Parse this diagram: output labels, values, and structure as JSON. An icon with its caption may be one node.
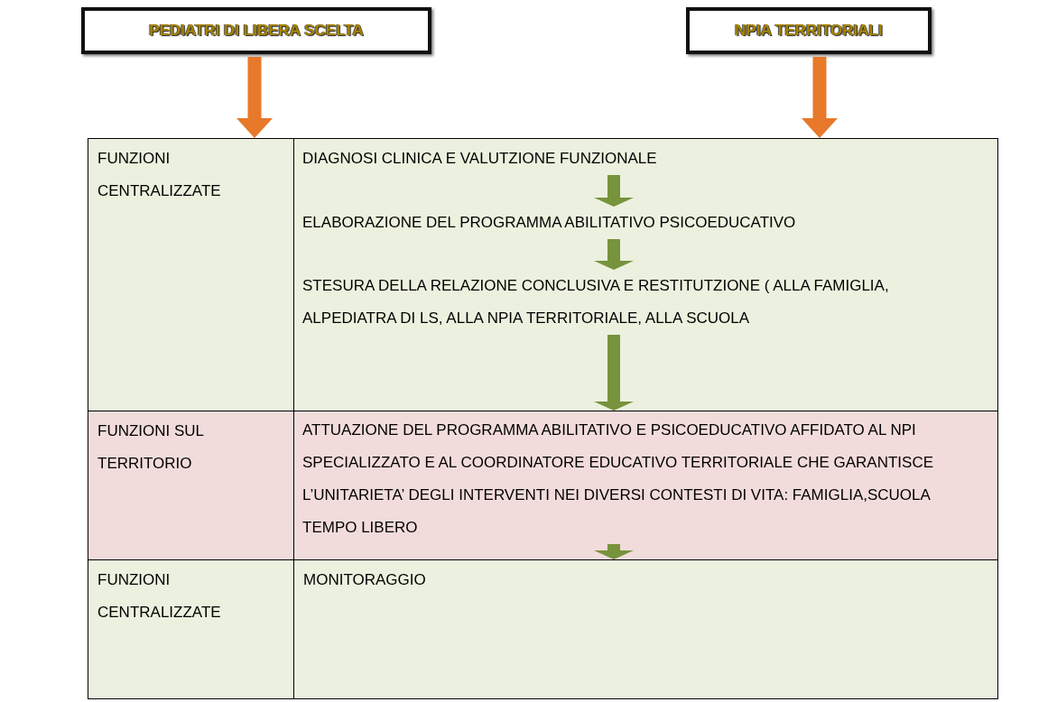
{
  "diagram": {
    "nodes": [
      {
        "text": [
          "PEDIATRI DI LIBERA SCELTA"
        ]
      },
      {
        "text": [
          "NPIA TERRITORIALI"
        ]
      },
      {
        "text": [
          "FUNZIONI CENTRALIZZATE"
        ]
      },
      {
        "text": [],
        "shape": "box"
      },
      {
        "text": [
          "DIAGNOSI CLINICA E VALUTZIONE FUNZIONALE"
        ],
        "in": 3
      },
      {
        "text": [
          "ELABORAZIONE DEL PROGRAMMA ABILITATIVO PSICOEDUCATIVO"
        ],
        "in": 3
      },
      {
        "text": [
          "STESURA DELLA RELAZIONE CONCLUSIVA E RESTITUTZIONE ( ALLA FAMIGLIA, ALPEDIATRA DI LS, ALLA NPIA TERRITORIALE, ALLA SCUOLA"
        ],
        "in": 3
      },
      {
        "text": [
          "FUNZIONI SUL TERRITORIO"
        ]
      },
      {
        "text": [],
        "shape": "box"
      },
      {
        "text": [
          "ATTUAZIONE DEL PROGRAMMA ABILITATIVO E PSICOEDUCATIVO AFFIDATO AL NPI SPECIALIZZATO E AL COORDINATORE EDUCATIVO TERRITORIALE CHE GARANTISCE L’UNITARIETA’ DEGLI INTERVENTI NEI DIVERSI CONTESTI DI VITA: FAMIGLIA,SCUOLA TEMPO LIBERO"
        ],
        "in": 8
      },
      {
        "text": [
          "FUNZIONI CENTRALIZZATE"
        ]
      },
      {
        "text": [
          "MONITORAGGIO"
        ]
      }
    ],
    "edges": [
      {
        "from": 0,
        "to": 2,
        "arrow": "to",
        "color": "#e8782a"
      },
      {
        "from": 1,
        "to": 3,
        "arrow": "to",
        "color": "#e8782a"
      },
      {
        "from": 4,
        "to": 5,
        "arrow": "to"
      },
      {
        "from": 5,
        "to": 6,
        "arrow": "to"
      },
      {
        "from": 6,
        "to": 8,
        "arrow": "to"
      },
      {
        "from": 9,
        "to": 11,
        "arrow": "to"
      }
    ]
  }
}
